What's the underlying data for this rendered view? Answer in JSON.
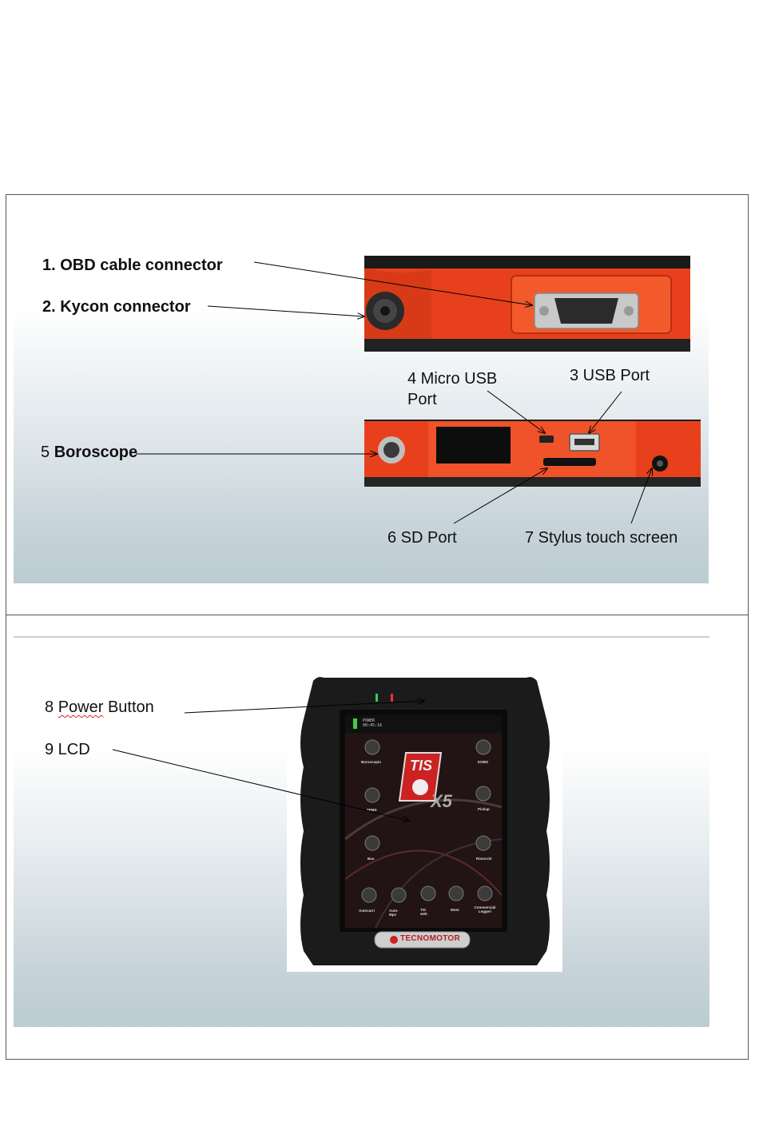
{
  "section1": {
    "labels": {
      "obd": "1. OBD cable connector",
      "kycon": "2. Kycon connector",
      "micro_usb": "4 Micro USB Port",
      "usb": "3 USB Port",
      "boroscope_num": "5 ",
      "boroscope_word": "Boroscope",
      "sd": "6 SD Port",
      "stylus": "7 Stylus touch screen"
    }
  },
  "section2": {
    "labels": {
      "power_num": "8 ",
      "power_word": "Power",
      "power_rest": " Button",
      "lcd": "9 LCD"
    },
    "device": {
      "status_time_top": "POWER",
      "status_time_bottom": "00:45:16",
      "logo_text": "TIS",
      "logo_model": "X5",
      "brand": "TECNOMOTOR",
      "apps": [
        "Boroscopio",
        "EOBD",
        "TPMS",
        "Pickup",
        "Bus",
        "Rimorchi",
        "Autocarri",
        "Auto-Mpv",
        "TIS web",
        "Moto",
        "Commerciali Leggeri"
      ]
    }
  },
  "colors": {
    "device_orange": "#e8401c",
    "device_black": "#1b1b1b",
    "panel_gradient_bottom": "#bccbd2"
  }
}
